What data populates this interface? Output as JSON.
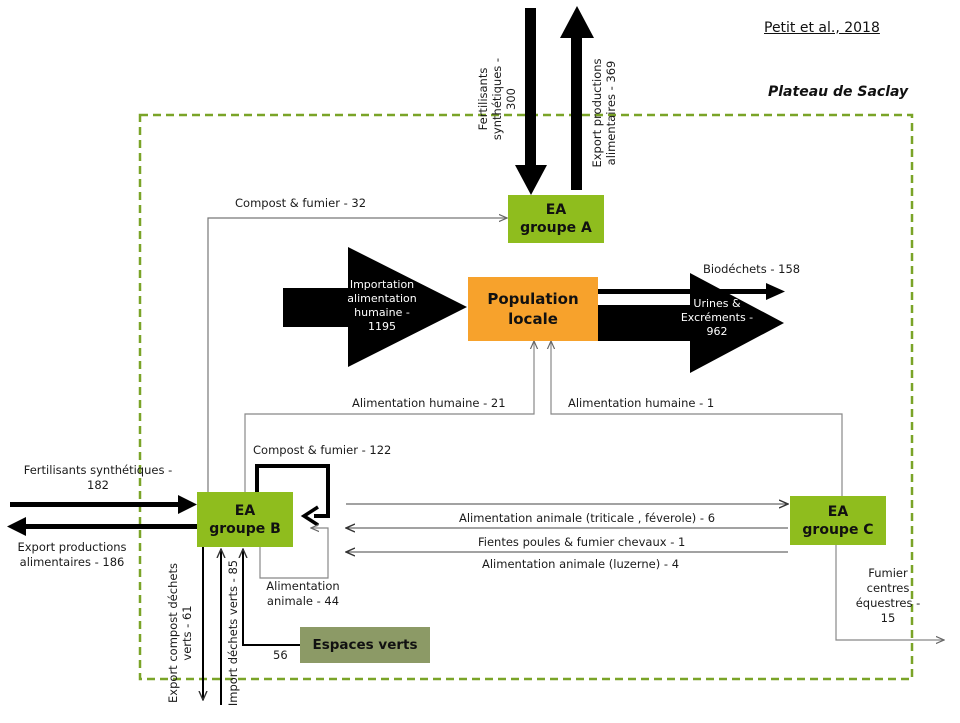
{
  "citation": "Petit et al., 2018",
  "region_label": "Plateau de Saclay",
  "nodes": {
    "ea_a": {
      "line1": "EA",
      "line2": "groupe A"
    },
    "population": {
      "line1": "Population",
      "line2": "locale"
    },
    "ea_b": {
      "line1": "EA",
      "line2": "groupe B"
    },
    "ea_c": {
      "line1": "EA",
      "line2": "groupe C"
    },
    "espaces_verts": "Espaces verts"
  },
  "flows": {
    "fert_synth_a": {
      "line1": "Fertilisants",
      "line2": "synthétiques -",
      "line3": "300"
    },
    "export_a": {
      "line1": "Export productions",
      "line2": "alimentaires - 369"
    },
    "compost_fumier_32": "Compost & fumier - 32",
    "importation": {
      "line1": "Importation",
      "line2": "alimentation",
      "line3": "humaine -",
      "line4": "1195"
    },
    "biodechets": "Biodéchets - 158",
    "urines": {
      "line1": "Urines &",
      "line2": "Excréments -",
      "line3": "962"
    },
    "alim_humaine_21": "Alimentation humaine - 21",
    "alim_humaine_1": "Alimentation humaine - 1",
    "compost_fumier_122": "Compost & fumier - 122",
    "fert_synth_b": {
      "line1": "Fertilisants synthétiques -",
      "line2": "182"
    },
    "export_b": {
      "line1": "Export productions",
      "line2": "alimentaires - 186"
    },
    "alim_animale_6": "Alimentation animale (triticale , féverole) - 6",
    "fientes": "Fientes  poules & fumier chevaux - 1",
    "alim_animale_4": "Alimentation animale (luzerne) - 4",
    "alim_animale_44": {
      "line1": "Alimentation",
      "line2": "animale - 44"
    },
    "export_compost": {
      "line1": "Export compost déchets",
      "line2": "verts - 61"
    },
    "import_dechets": "Import déchets verts - 85",
    "espaces_56": "56",
    "fumier_15": {
      "line1": "Fumier",
      "line2": "centres",
      "line3": "équestres -",
      "line4": "15"
    }
  },
  "colors": {
    "ea_green": "#8fbd1e",
    "population_orange": "#f7a22c",
    "espaces_olive": "#8c9a66",
    "boundary_green": "#7aa428",
    "arrow_black": "#000000",
    "thin_line": "#808080"
  }
}
